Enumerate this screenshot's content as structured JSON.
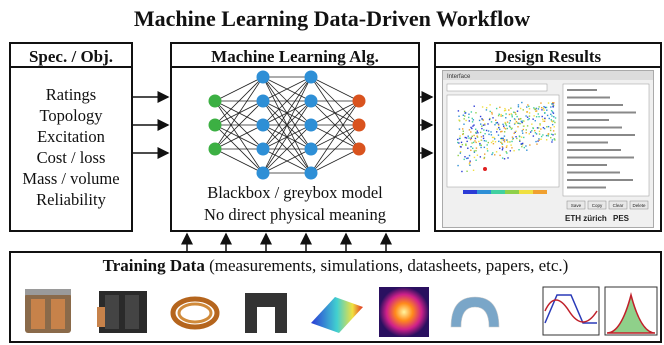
{
  "title": "Machine Learning Data-Driven Workflow",
  "spec": {
    "heading": "Spec. / Obj.",
    "items": [
      "Ratings",
      "Topology",
      "Excitation",
      "Cost / loss",
      "Mass / volume",
      "Reliability"
    ]
  },
  "ml": {
    "heading": "Machine Learning Alg.",
    "line1": "Blackbox / greybox model",
    "line2": "No direct physical meaning",
    "layers": [
      {
        "count": 3,
        "color": "#3cb043"
      },
      {
        "count": 5,
        "color": "#2e8fd6"
      },
      {
        "count": 5,
        "color": "#2e8fd6"
      },
      {
        "count": 3,
        "color": "#d9531e"
      }
    ]
  },
  "design": {
    "heading": "Design Results",
    "window_title": "Interface",
    "buttons": [
      "Save",
      "Copy",
      "Clear",
      "Delete"
    ],
    "footer_logo": "ETH zürich",
    "footer_lab": "PES"
  },
  "training": {
    "label_bold": "Training Data",
    "label_rest": "(measurements, simulations, datasheets, papers, etc.)",
    "thumbnails": [
      "transformer-photo",
      "inductor-photo",
      "winding-photo",
      "core-photo",
      "field-simulation",
      "thermal-image",
      "mesh-model",
      "waveform-plot",
      "distribution-plot"
    ]
  }
}
